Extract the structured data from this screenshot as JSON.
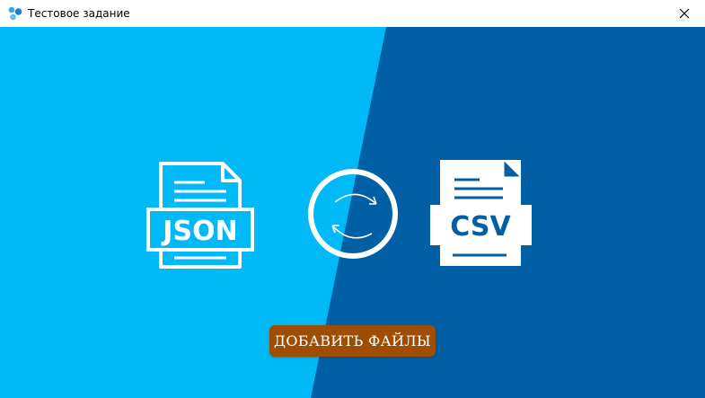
{
  "window": {
    "title": "Тестовое задание",
    "app_icon": "app-bubbles-icon",
    "close_icon": "close-icon"
  },
  "conversion": {
    "source_format": "JSON",
    "target_format": "CSV",
    "swap_icon": "convert-arrows-icon"
  },
  "actions": {
    "add_files_label": "ДОБАВИТЬ ФАЙЛЫ"
  },
  "colors": {
    "left_bg": "#01b9f6",
    "right_bg": "#015fa5",
    "button_bg": "#a04d04",
    "icon_stroke": "#ffffff"
  }
}
